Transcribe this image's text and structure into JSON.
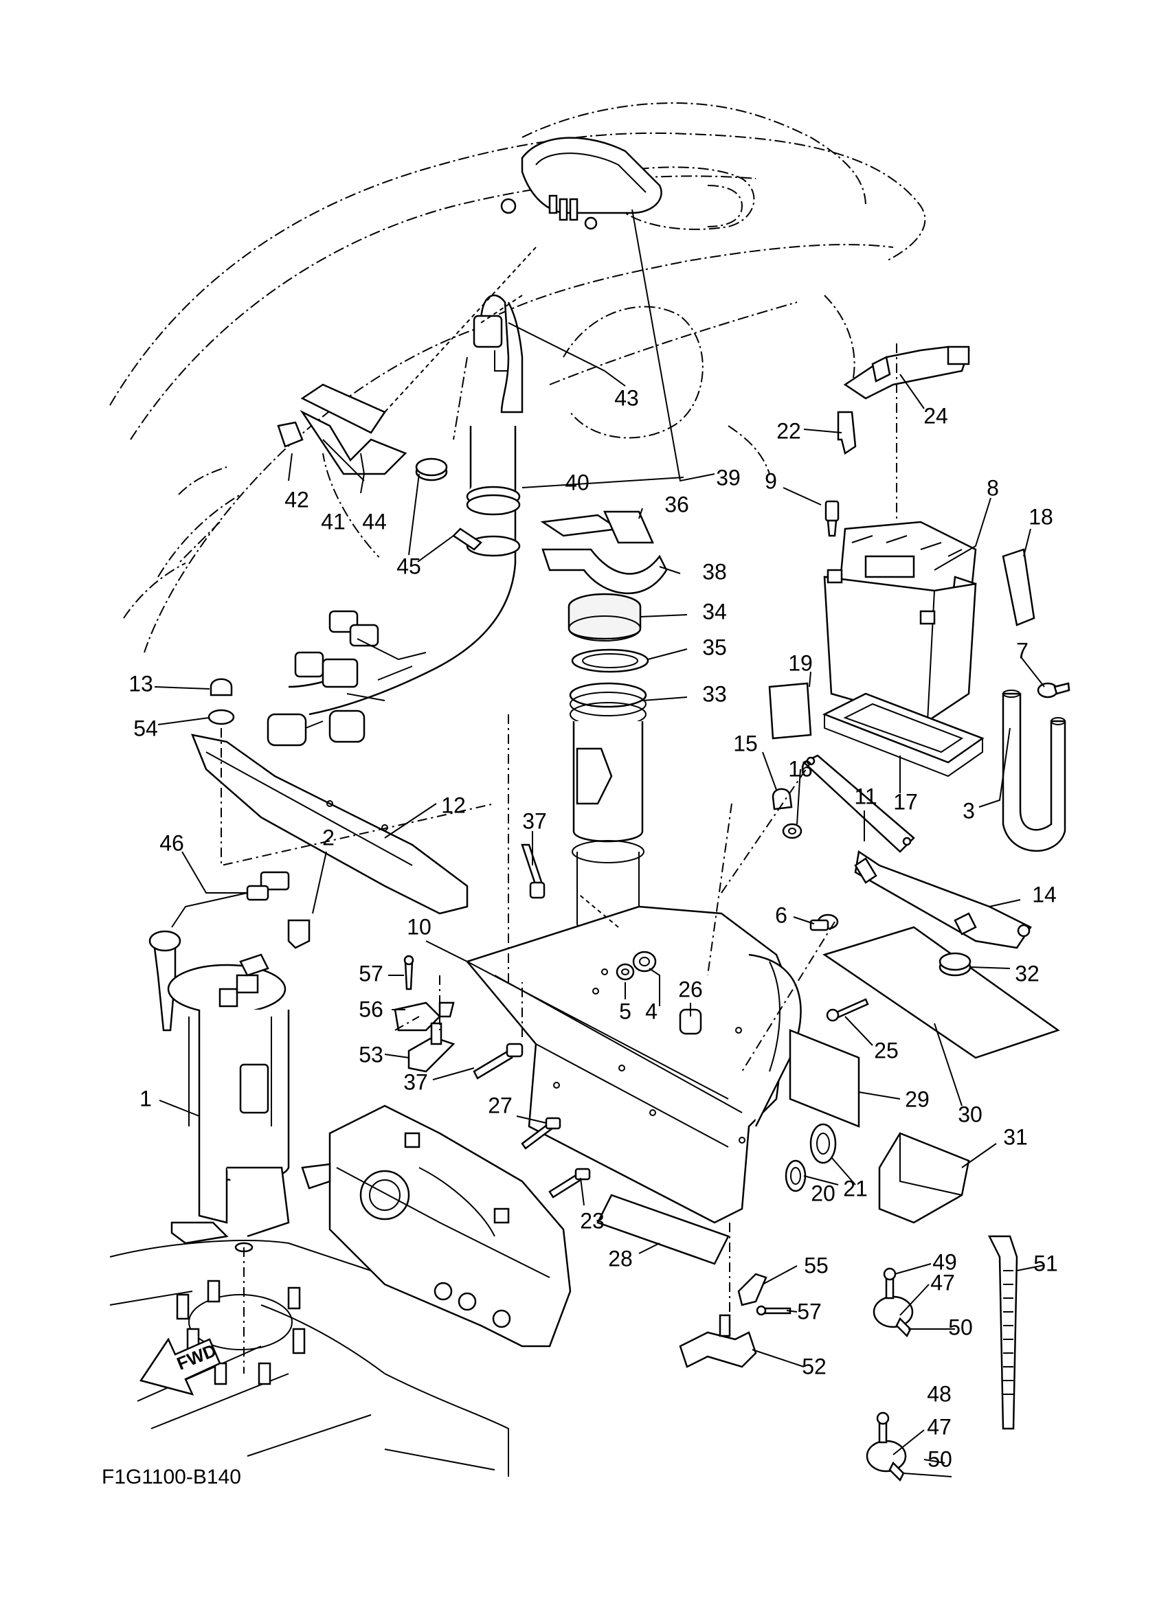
{
  "diagram_code": "F1G1100-B140",
  "fwd_label": "FWD",
  "labels": [
    {
      "id": "1",
      "text": "1"
    },
    {
      "id": "2",
      "text": "2"
    },
    {
      "id": "3",
      "text": "3"
    },
    {
      "id": "4",
      "text": "4"
    },
    {
      "id": "5",
      "text": "5"
    },
    {
      "id": "6",
      "text": "6"
    },
    {
      "id": "7",
      "text": "7"
    },
    {
      "id": "8",
      "text": "8"
    },
    {
      "id": "9",
      "text": "9"
    },
    {
      "id": "10",
      "text": "10"
    },
    {
      "id": "11",
      "text": "11"
    },
    {
      "id": "12",
      "text": "12"
    },
    {
      "id": "13",
      "text": "13"
    },
    {
      "id": "14",
      "text": "14"
    },
    {
      "id": "15",
      "text": "15"
    },
    {
      "id": "16",
      "text": "16"
    },
    {
      "id": "17",
      "text": "17"
    },
    {
      "id": "18",
      "text": "18"
    },
    {
      "id": "19",
      "text": "19"
    },
    {
      "id": "20",
      "text": "20"
    },
    {
      "id": "21",
      "text": "21"
    },
    {
      "id": "22",
      "text": "22"
    },
    {
      "id": "23",
      "text": "23"
    },
    {
      "id": "24",
      "text": "24"
    },
    {
      "id": "25",
      "text": "25"
    },
    {
      "id": "26",
      "text": "26"
    },
    {
      "id": "27",
      "text": "27"
    },
    {
      "id": "28",
      "text": "28"
    },
    {
      "id": "29",
      "text": "29"
    },
    {
      "id": "30",
      "text": "30"
    },
    {
      "id": "31",
      "text": "31"
    },
    {
      "id": "32",
      "text": "32"
    },
    {
      "id": "33",
      "text": "33"
    },
    {
      "id": "34",
      "text": "34"
    },
    {
      "id": "35",
      "text": "35"
    },
    {
      "id": "36",
      "text": "36"
    },
    {
      "id": "37a",
      "text": "37"
    },
    {
      "id": "37b",
      "text": "37"
    },
    {
      "id": "38",
      "text": "38"
    },
    {
      "id": "39",
      "text": "39"
    },
    {
      "id": "40",
      "text": "40"
    },
    {
      "id": "41",
      "text": "41"
    },
    {
      "id": "42",
      "text": "42"
    },
    {
      "id": "43",
      "text": "43"
    },
    {
      "id": "44",
      "text": "44"
    },
    {
      "id": "45",
      "text": "45"
    },
    {
      "id": "46",
      "text": "46"
    },
    {
      "id": "47a",
      "text": "47"
    },
    {
      "id": "47b",
      "text": "47"
    },
    {
      "id": "48",
      "text": "48"
    },
    {
      "id": "49",
      "text": "49"
    },
    {
      "id": "50a",
      "text": "50"
    },
    {
      "id": "50b",
      "text": "50"
    },
    {
      "id": "51",
      "text": "51"
    },
    {
      "id": "52",
      "text": "52"
    },
    {
      "id": "53",
      "text": "53"
    },
    {
      "id": "54",
      "text": "54"
    },
    {
      "id": "55",
      "text": "55"
    },
    {
      "id": "56",
      "text": "56"
    },
    {
      "id": "57a",
      "text": "57"
    },
    {
      "id": "57b",
      "text": "57"
    }
  ]
}
